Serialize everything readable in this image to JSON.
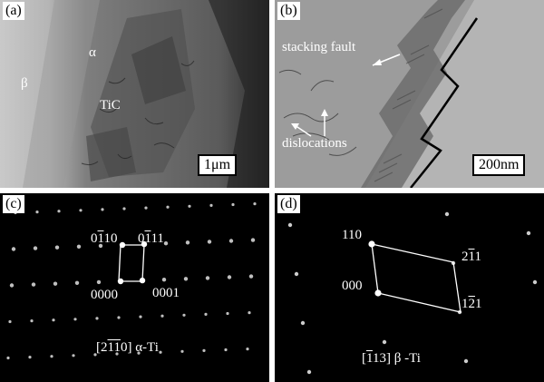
{
  "panels": {
    "a": {
      "label": "(a)",
      "labels": {
        "alpha": "α",
        "beta": "β",
        "tic": "TiC"
      },
      "scale_bar": "1μm"
    },
    "b": {
      "label": "(b)",
      "labels": {
        "stacking_fault": "stacking fault",
        "dislocations": "dislocations"
      },
      "scale_bar": "200nm"
    },
    "c": {
      "label": "(c)",
      "indices": {
        "p0110": {
          "pre": "0",
          "bar": "1",
          "post": "10"
        },
        "p0111": {
          "pre": "0",
          "bar": "1",
          "post": "11"
        },
        "p0000": "0000",
        "p0001": "0001"
      },
      "zone_axis": {
        "open": "[2",
        "bar": "11",
        "close": "0]",
        "phase": "α-Ti"
      }
    },
    "d": {
      "label": "(d)",
      "indices": {
        "p110": "110",
        "p000": "000",
        "p2_11": {
          "pre": "2",
          "bar": "1",
          "post": "1"
        },
        "p1_21": {
          "pre": "1",
          "bar": "2",
          "post": "1"
        }
      },
      "zone_axis": {
        "open": "[",
        "bar": "1",
        "mid": "13]",
        "phase": "β -Ti"
      }
    }
  },
  "colors": {
    "background": "#ffffff",
    "diffraction_bg": "#000000",
    "spot": "#ffffff"
  }
}
